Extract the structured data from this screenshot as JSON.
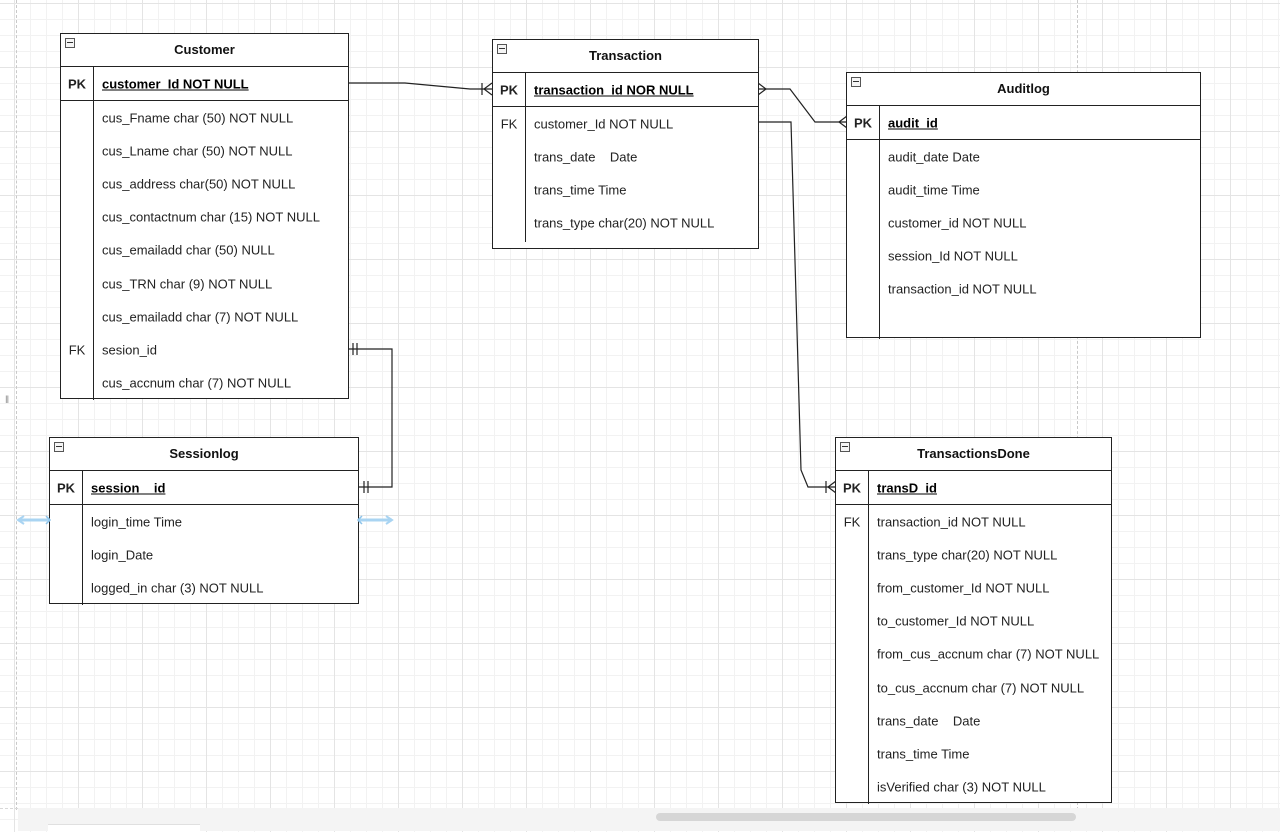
{
  "entities": {
    "customer": {
      "title": "Customer",
      "pk": {
        "key": "PK",
        "field": "customer_Id NOT NULL"
      },
      "rows": [
        {
          "key": "",
          "field": "cus_Fname char (50) NOT NULL"
        },
        {
          "key": "",
          "field": "cus_Lname char (50) NOT NULL"
        },
        {
          "key": "",
          "field": "cus_address char(50) NOT NULL"
        },
        {
          "key": "",
          "field": "cus_contactnum char (15) NOT NULL"
        },
        {
          "key": "",
          "field": "cus_emailadd char (50) NULL"
        },
        {
          "key": "",
          "field": "cus_TRN char (9) NOT NULL"
        },
        {
          "key": "",
          "field": "cus_emailadd char (7) NOT NULL"
        },
        {
          "key": "FK",
          "field": "sesion_id"
        },
        {
          "key": "",
          "field": "cus_accnum char (7) NOT NULL"
        }
      ]
    },
    "transaction": {
      "title": "Transaction",
      "pk": {
        "key": "PK",
        "field": "transaction_id NOR NULL "
      },
      "rows": [
        {
          "key": "FK",
          "field": "customer_Id NOT NULL"
        },
        {
          "key": "",
          "field": "trans_date    Date"
        },
        {
          "key": "",
          "field": "trans_time Time"
        },
        {
          "key": "",
          "field": "trans_type char(20) NOT NULL"
        }
      ]
    },
    "auditlog": {
      "title": "Auditlog",
      "pk": {
        "key": "PK",
        "field": "audit_id"
      },
      "rows": [
        {
          "key": "",
          "field": "audit_date Date"
        },
        {
          "key": "",
          "field": "audit_time Time"
        },
        {
          "key": "",
          "field": "customer_id NOT NULL"
        },
        {
          "key": "",
          "field": "session_Id NOT NULL"
        },
        {
          "key": "",
          "field": "transaction_id NOT NULL"
        },
        {
          "key": "",
          "field": ""
        }
      ]
    },
    "sessionlog": {
      "title": "Sessionlog",
      "pk": {
        "key": "PK",
        "field": "session_  id"
      },
      "rows": [
        {
          "key": "",
          "field": "login_time Time"
        },
        {
          "key": "",
          "field": "login_Date"
        },
        {
          "key": "",
          "field": "logged_in char (3) NOT NULL"
        }
      ]
    },
    "transactionsdone": {
      "title": "TransactionsDone",
      "pk": {
        "key": "PK",
        "field": "transD_id"
      },
      "rows": [
        {
          "key": "FK",
          "field": "transaction_id NOT NULL"
        },
        {
          "key": "",
          "field": "trans_type char(20) NOT NULL"
        },
        {
          "key": "",
          "field": "from_customer_Id NOT NULL"
        },
        {
          "key": "",
          "field": "to_customer_Id NOT NULL"
        },
        {
          "key": "",
          "field": "from_cus_accnum char (7) NOT NULL"
        },
        {
          "key": "",
          "field": "to_cus_accnum char (7) NOT NULL"
        },
        {
          "key": "",
          "field": "trans_date    Date"
        },
        {
          "key": "",
          "field": "trans_time Time"
        },
        {
          "key": "",
          "field": "isVerified char (3) NOT NULL"
        }
      ]
    }
  },
  "relationships": [
    {
      "from": "Customer",
      "to": "Transaction",
      "from_end": "one",
      "to_end": "many"
    },
    {
      "from": "Transaction",
      "to": "Auditlog",
      "from_end": "many",
      "to_end": "many"
    },
    {
      "from": "Transaction",
      "to": "TransactionsDone",
      "from_end": "one",
      "to_end": "many"
    },
    {
      "from": "Customer",
      "to": "Sessionlog",
      "from_end": "one-mandatory",
      "to_end": "one-mandatory"
    }
  ],
  "colors": {
    "line": "#222222",
    "grid": "#e4e4e4",
    "hint": "#a9d4f2"
  }
}
